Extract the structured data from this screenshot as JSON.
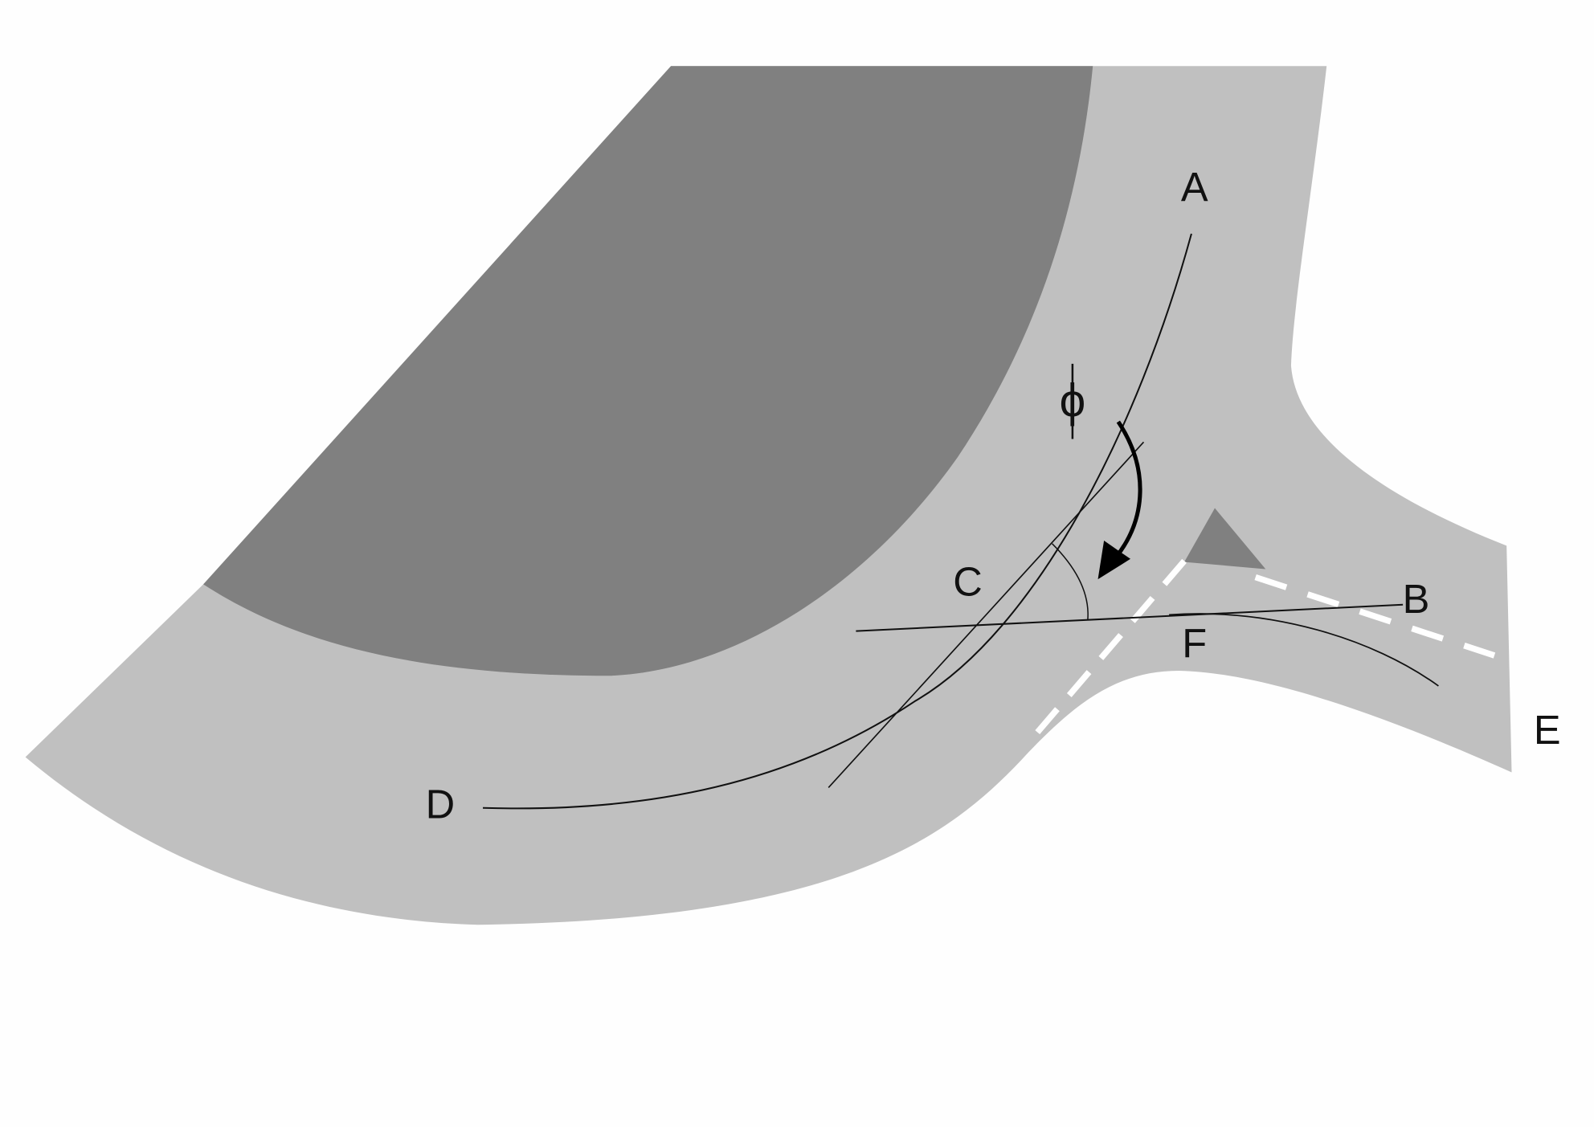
{
  "diagram": {
    "labels": {
      "a": "A",
      "b": "B",
      "c": "C",
      "d": "D",
      "e": "E",
      "f": "F",
      "phi": "ϕ"
    },
    "colors": {
      "background": "#fefefe",
      "road": "#c0c0c0",
      "island": "#808080",
      "line": "#111111",
      "marking": "#ffffff"
    }
  }
}
